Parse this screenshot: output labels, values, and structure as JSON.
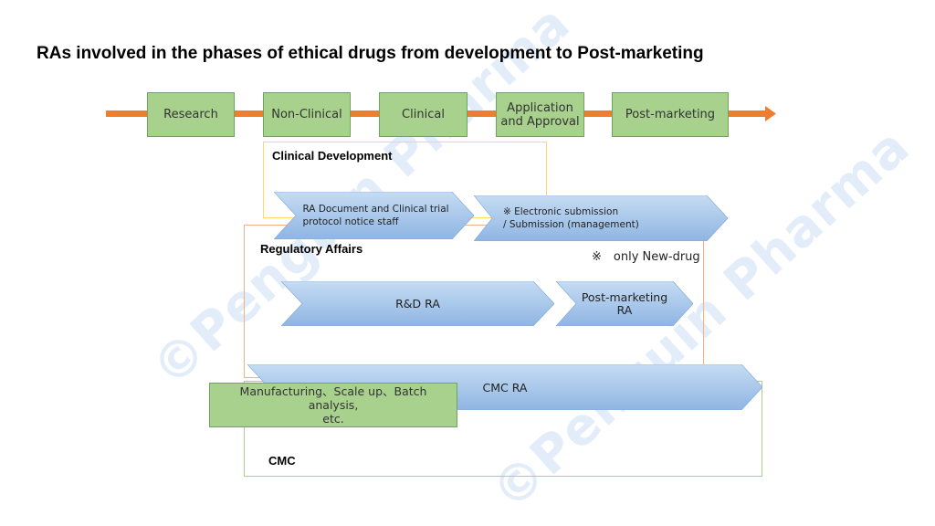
{
  "title": "RAs involved in the phases of ethical drugs from development to Post-marketing",
  "phases": [
    {
      "label": "Research"
    },
    {
      "label": "Non-Clinical"
    },
    {
      "label": "Clinical"
    },
    {
      "label": "Application\nand Approval"
    },
    {
      "label": "Post-marketing"
    }
  ],
  "regions": {
    "clinical_development": "Clinical Development",
    "regulatory_affairs": "Regulatory Affairs",
    "cmc": "CMC"
  },
  "chevrons": {
    "ra_document": "RA Document and Clinical trial\nprotocol notice staff",
    "electronic_submission": "※ Electronic submission\n/ Submission (management)",
    "rd_ra": "R&D RA",
    "post_marketing_ra": "Post-marketing\nRA",
    "cmc_ra": "CMC RA"
  },
  "note": "※　only New-drug",
  "manufacturing": "Manufacturing、Scale up、Batch analysis,\netc.",
  "watermark": "©Penguin Pharma",
  "colors": {
    "timeline_arrow": "#ed7d31",
    "phase_fill": "#a9d18e",
    "chevron_fill_top": "#bcd6f0",
    "chevron_fill_bottom": "#8fb5e3",
    "clinical_border": "#ffd966",
    "ra_border": "#f4b183",
    "cmc_border": "#a9d18e"
  }
}
